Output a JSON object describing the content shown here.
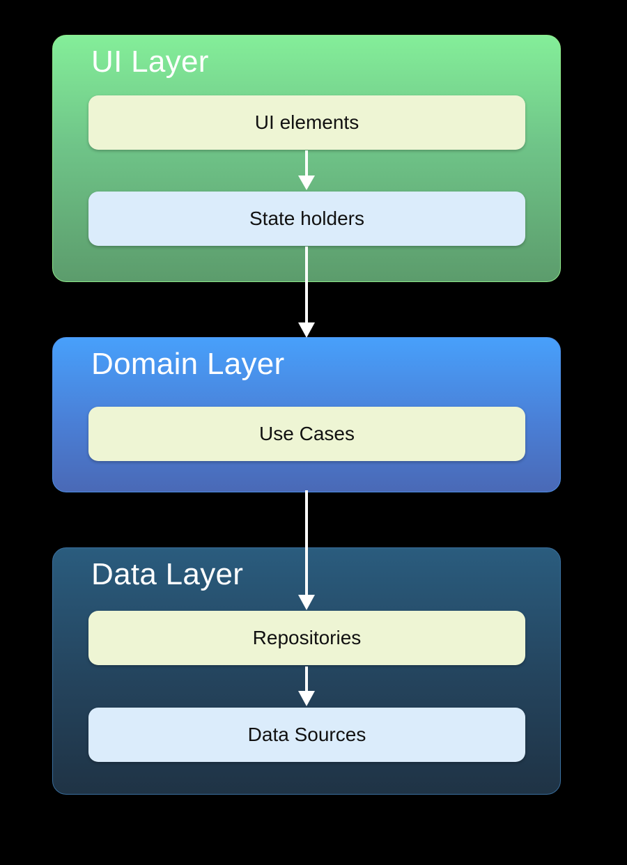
{
  "layers": {
    "ui": {
      "title": "UI Layer",
      "boxes": [
        "UI elements",
        "State holders"
      ]
    },
    "domain": {
      "title": "Domain Layer",
      "boxes": [
        "Use Cases"
      ]
    },
    "data": {
      "title": "Data Layer",
      "boxes": [
        "Repositories",
        "Data Sources"
      ]
    }
  },
  "colors": {
    "background": "#000000",
    "ui_layer": "#84ee99",
    "domain_layer": "#48a0fb",
    "data_layer": "#2a5c7e",
    "box_yellow": "#eef5d4",
    "box_blue": "#dbecfb",
    "arrow": "#ffffff"
  }
}
